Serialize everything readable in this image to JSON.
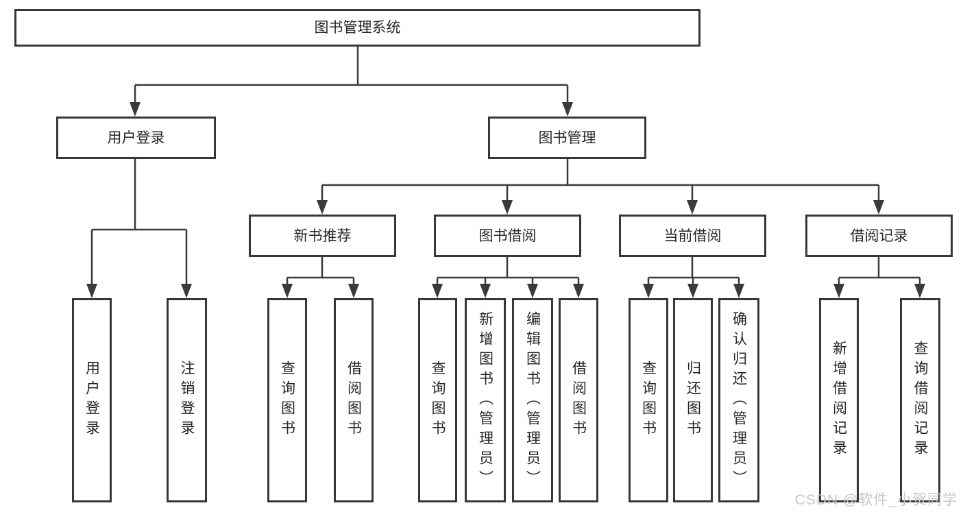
{
  "diagram": {
    "root": {
      "label": "图书管理系统"
    },
    "user_login": {
      "label": "用户登录",
      "children": [
        {
          "label": "用户登录"
        },
        {
          "label": "注销登录"
        }
      ]
    },
    "book_mgmt": {
      "label": "图书管理",
      "groups": [
        {
          "label": "新书推荐",
          "children": [
            {
              "label": "查询图书"
            },
            {
              "label": "借阅图书"
            }
          ]
        },
        {
          "label": "图书借阅",
          "children": [
            {
              "label": "查询图书"
            },
            {
              "label": "新增图书（管理员）"
            },
            {
              "label": "编辑图书（管理员）"
            },
            {
              "label": "借阅图书"
            }
          ]
        },
        {
          "label": "当前借阅",
          "children": [
            {
              "label": "查询图书"
            },
            {
              "label": "归还图书"
            },
            {
              "label": "确认归还（管理员）"
            }
          ]
        },
        {
          "label": "借阅记录",
          "children": [
            {
              "label": "新增借阅记录"
            },
            {
              "label": "查询借阅记录"
            }
          ]
        }
      ]
    },
    "line_color": "#3a3a3a",
    "watermark": "CSDN @软件_小贺同学"
  }
}
